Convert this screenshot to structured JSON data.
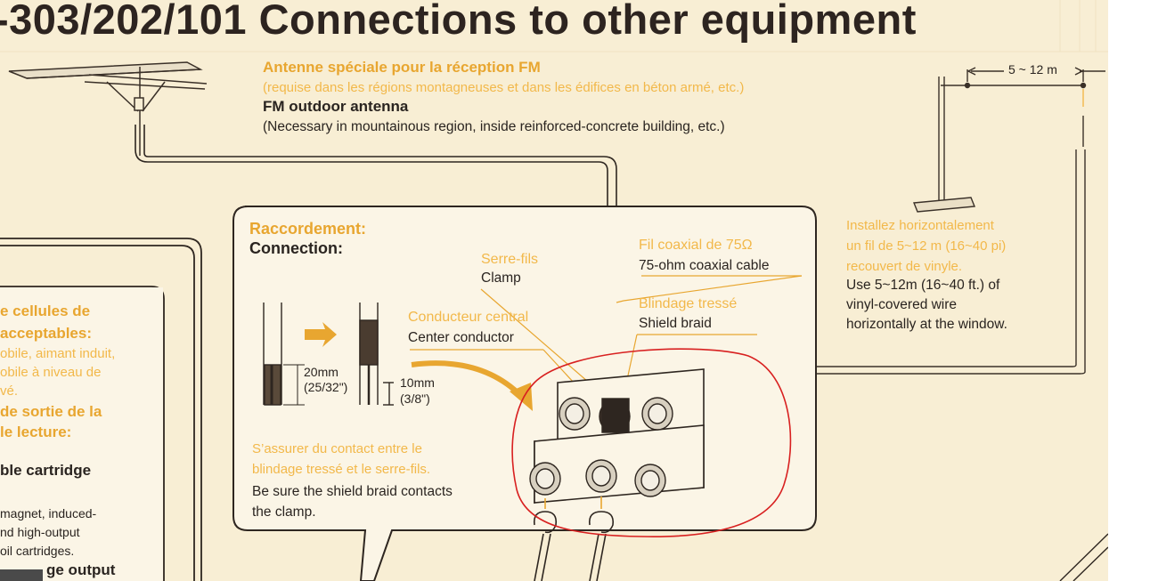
{
  "title": "-303/202/101 Connections to other equipment",
  "fm_antenna": {
    "fr_title": "Antenne spéciale pour la réception FM",
    "fr_sub": "(requise dans les régions montagneuses et dans les édifices en béton armé, etc.)",
    "en_title": "FM outdoor antenna",
    "en_sub": "(Necessary in mountainous region, inside reinforced-concrete building, etc.)"
  },
  "wire_length": "5 ~ 12 m",
  "wire_note": {
    "fr_lines": [
      "Installez horizontalement",
      "un fil de 5~12 m (16~40 pi)",
      "recouvert de vinyle."
    ],
    "en_lines": [
      "Use 5~12m (16~40 ft.) of",
      "vinyl-covered wire",
      "horizontally at the window."
    ]
  },
  "connection_box": {
    "fr_heading": "Raccordement:",
    "en_heading": "Connection:",
    "clamp_fr": "Serre-fils",
    "clamp_en": "Clamp",
    "center_fr": "Conducteur central",
    "center_en": "Center conductor",
    "coax_fr": "Fil coaxial de 75Ω",
    "coax_en": "75-ohm coaxial cable",
    "braid_fr": "Blindage tressé",
    "braid_en": "Shield braid",
    "dim_20": "20mm",
    "dim_20_in": "(25/32\")",
    "dim_10": "10mm",
    "dim_10_in": "(3/8\")",
    "note_fr_lines": [
      "S’assurer du contact entre le",
      "blindage tressé et le serre-fils."
    ],
    "note_en_lines": [
      "Be sure the shield braid contacts",
      "the clamp."
    ]
  },
  "left_panel": {
    "lines_fr": [
      "e cellules de",
      "acceptables:",
      "obile, aimant induit,",
      "obile à niveau de",
      "vé."
    ],
    "lines_fr2": [
      "de sortie de la",
      "le lecture:"
    ],
    "en_heading": "ble cartridge",
    "en_lines": [
      "magnet, induced-",
      "nd high-output",
      "oil cartridges."
    ],
    "en_tail": "ge output"
  },
  "colors": {
    "paper": "#f8eed4",
    "accent_yellow": "#f2b84a",
    "text_dark": "#2a2420",
    "annotation_red": "#d82020"
  }
}
